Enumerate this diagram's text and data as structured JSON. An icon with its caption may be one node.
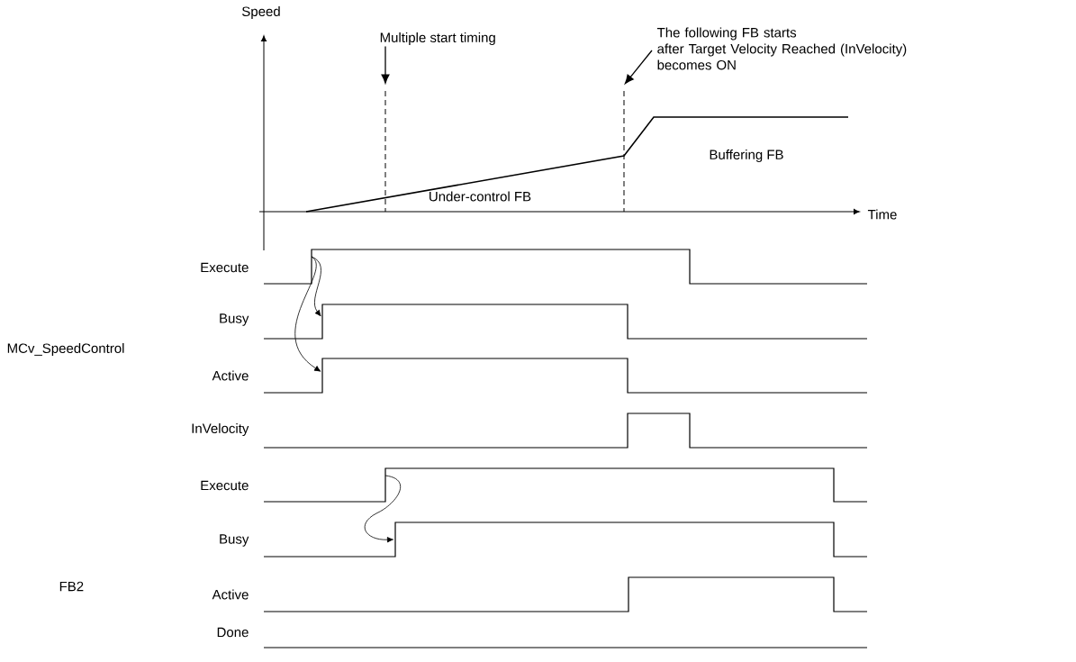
{
  "diagram": {
    "nodes": [
      {
        "text": [
          "Multiple start timing"
        ]
      },
      {
        "text": [],
        "shape": "line"
      },
      {
        "text": [
          "The following FB starts after Target Velocity Reached (InVelocity) becomes ON"
        ]
      },
      {
        "text": [],
        "shape": "line"
      }
    ],
    "edges": [
      {
        "from": 0,
        "to": 1,
        "arrow": "to"
      },
      {
        "from": 2,
        "to": 3,
        "arrow": "to"
      }
    ],
    "labels": [
      "Speed",
      "Buffering FB",
      "Under-control FB",
      "Time",
      "Execute",
      "Busy",
      "MCv_SpeedControl",
      "Active",
      "InVelocity",
      "Execute",
      "Busy",
      "FB2",
      "Active",
      "Done"
    ]
  }
}
